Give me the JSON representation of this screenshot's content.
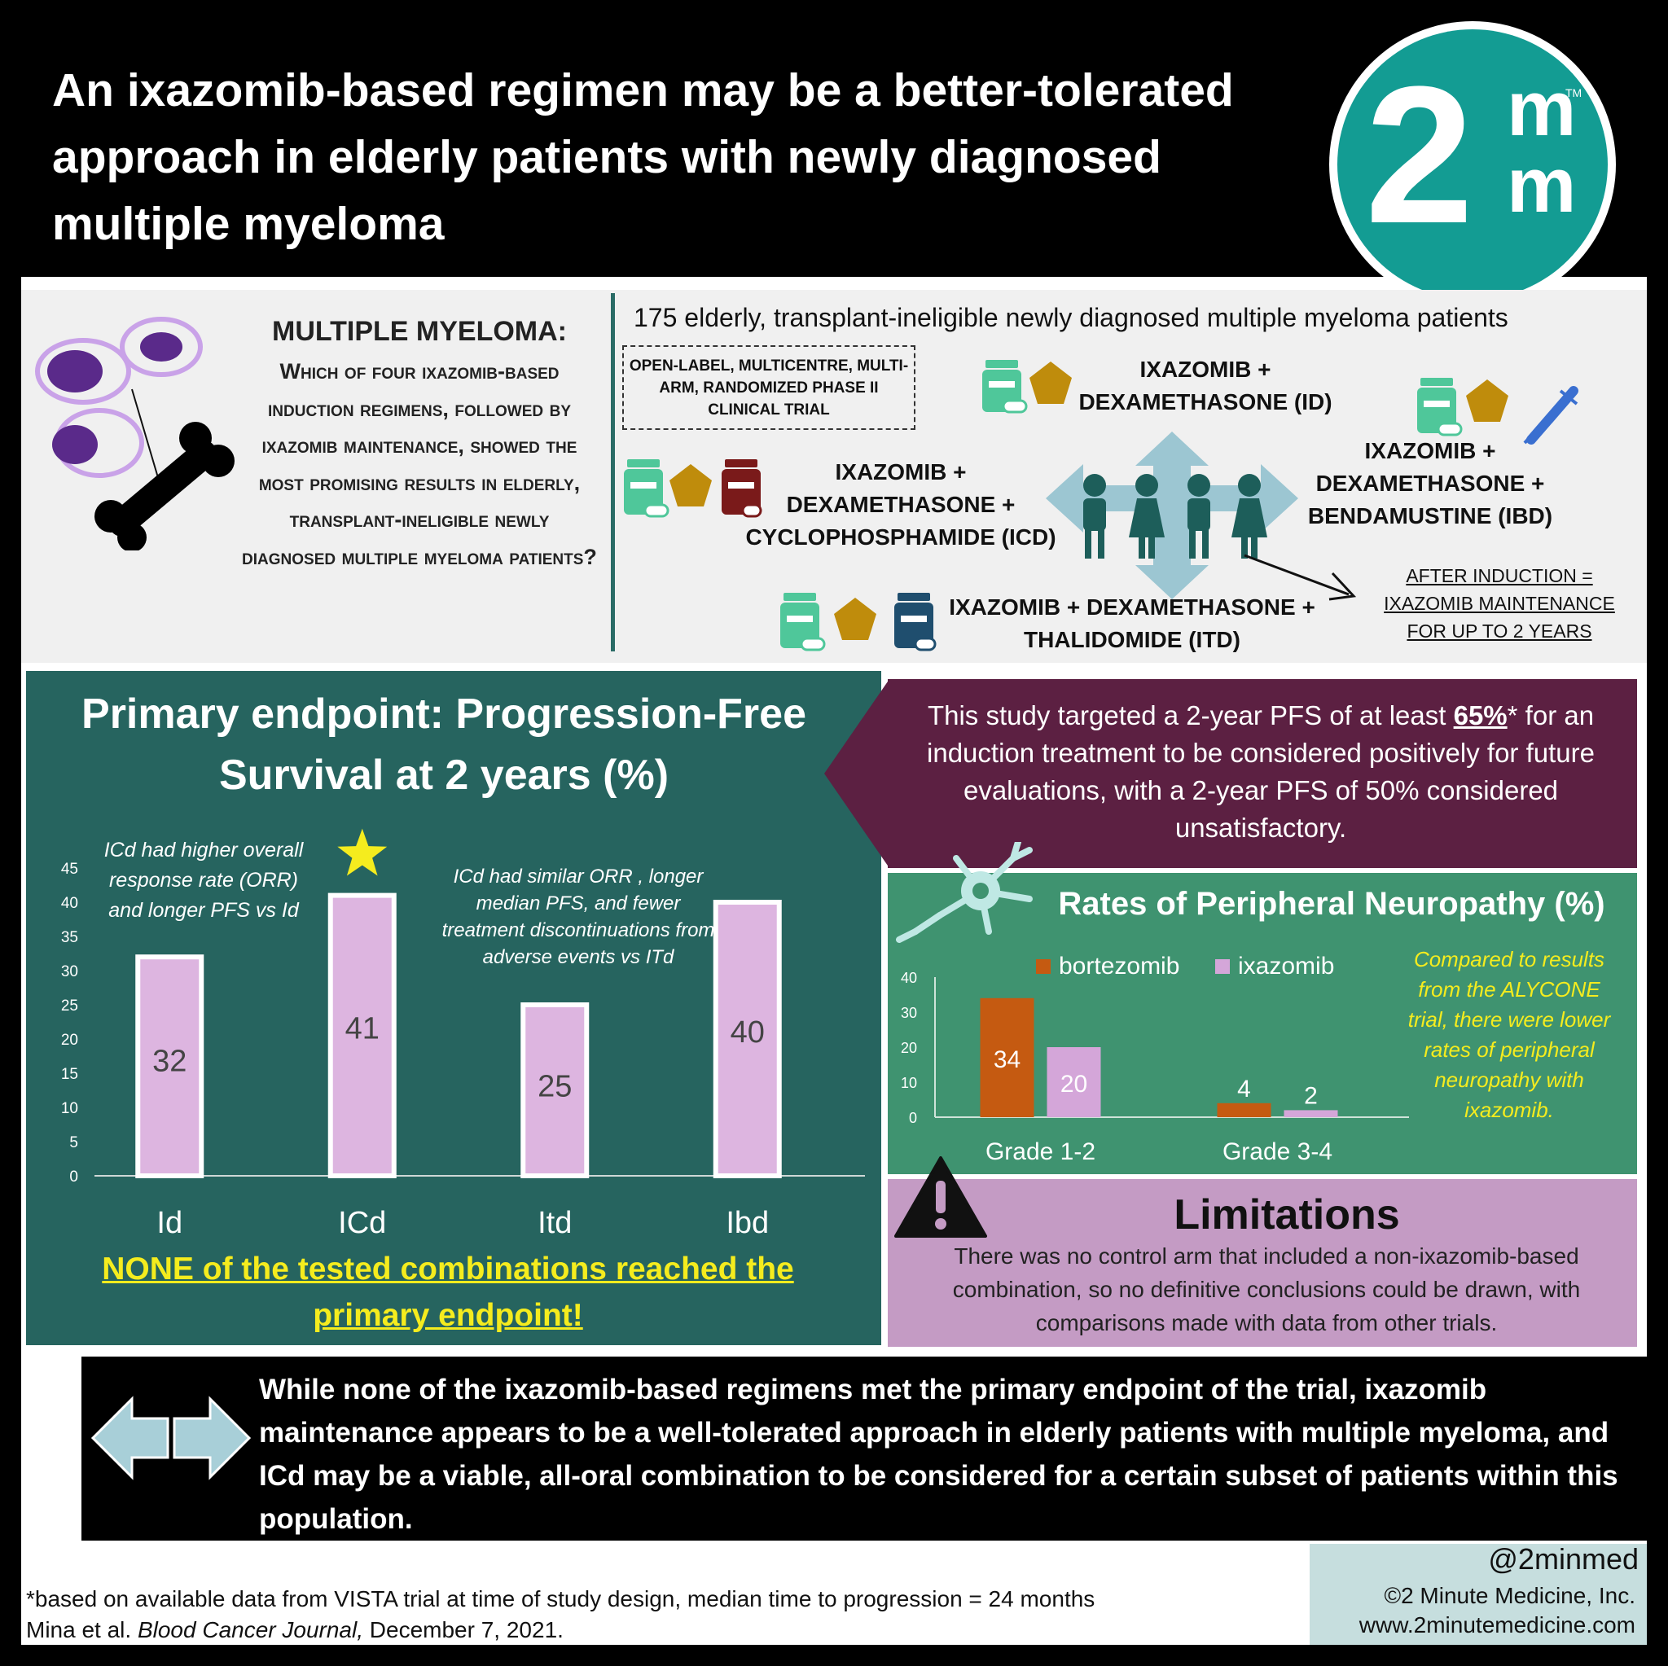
{
  "header": {
    "title": "An ixazomib-based regimen may be a better-tolerated approach in elderly patients with newly diagnosed multiple myeloma",
    "logo_main": "2",
    "logo_m": "m",
    "logo_tm": "TM"
  },
  "study": {
    "question_title": "MULTIPLE MYELOMA:",
    "question_text": "Which of four ixazomib-based induction regimens, followed by ixazomib maintenance, showed the most promising results in elderly, transplant-ineligible newly diagnosed multiple myeloma patients?",
    "patients": "175 elderly, transplant-ineligible newly diagnosed multiple myeloma patients",
    "design": "OPEN-LABEL, MULTICENTRE, MULTI-ARM, RANDOMIZED PHASE II CLINICAL TRIAL",
    "arm_id": "IXAZOMIB + DEXAMETHASONE (ID)",
    "arm_icd": "IXAZOMIB + DEXAMETHASONE + CYCLOPHOSPHAMIDE (ICD)",
    "arm_ibd": "IXAZOMIB + DEXAMETHASONE + BENDAMUSTINE (IBD)",
    "arm_itd": "IXAZOMIB + DEXAMETHASONE + THALIDOMIDE (ITD)",
    "after_induction": "AFTER INDUCTION = IXAZOMIB MAINTENANCE FOR UP TO 2 YEARS"
  },
  "primary": {
    "title": "Primary endpoint: Progression-Free Survival at 2 years (%)",
    "note_left": "ICd had higher overall response rate (ORR) and longer PFS vs Id",
    "note_right": "ICd had similar ORR , longer median PFS, and fewer treatment discontinuations from adverse events vs ITd",
    "conclusion": "NONE of the tested combinations reached the primary endpoint!"
  },
  "target": {
    "text": "This study targeted a 2-year PFS of at least 65%* for an induction treatment to be considered positively for future evaluations, with a 2-year PFS of 50% considered unsatisfactory."
  },
  "neuropathy": {
    "title": "Rates of Peripheral Neuropathy (%)",
    "note": "Compared to results from the ALYCONE trial, there were lower rates of peripheral neuropathy with ixazomib."
  },
  "limitations": {
    "title": "Limitations",
    "text": "There was no control arm that included a non-ixazomib-based combination, so no definitive conclusions could be drawn, with comparisons made with data from other trials."
  },
  "conclusion": {
    "text": "While none of the ixazomib-based regimens met the primary endpoint of the trial, ixazomib maintenance appears to be a well-tolerated approach in elderly patients with multiple myeloma, and ICd may be a viable, all-oral combination to be considered for a certain subset of patients within this population."
  },
  "footer": {
    "handle": "@2minmed",
    "copyright": "©2 Minute Medicine, Inc.",
    "url": "www.2minutemedicine.com",
    "note": "*based on available data from VISTA trial at time of study design, median time to progression = 24 months",
    "cite_authors": "Mina et al. ",
    "cite_journal": "Blood Cancer Journal,",
    "cite_date": " December 7, 2021."
  },
  "colors": {
    "teal": "#26645f",
    "purple": "#5c2042",
    "green": "#3f9370",
    "lilac": "#c49bc4",
    "bar_pfs": "#ddb5e0",
    "bortezomib": "#c55a11",
    "ixazomib": "#d4a6d9",
    "highlight": "#f5ec1e"
  },
  "chart_data": [
    {
      "type": "bar",
      "categories": [
        "Id",
        "ICd",
        "Itd",
        "Ibd"
      ],
      "values": [
        32,
        41,
        25,
        40
      ],
      "ylim": [
        0,
        45
      ],
      "yticks": [
        0,
        5,
        10,
        15,
        20,
        25,
        30,
        35,
        40,
        45
      ],
      "highlight": "ICd"
    },
    {
      "type": "bar",
      "categories": [
        "Grade 1-2",
        "Grade 3-4"
      ],
      "series": [
        {
          "name": "bortezomib",
          "values": [
            34,
            4
          ]
        },
        {
          "name": "ixazomib",
          "values": [
            20,
            2
          ]
        }
      ],
      "ylim": [
        0,
        40
      ],
      "yticks": [
        0,
        10,
        20,
        30,
        40
      ],
      "legend": "top"
    }
  ]
}
